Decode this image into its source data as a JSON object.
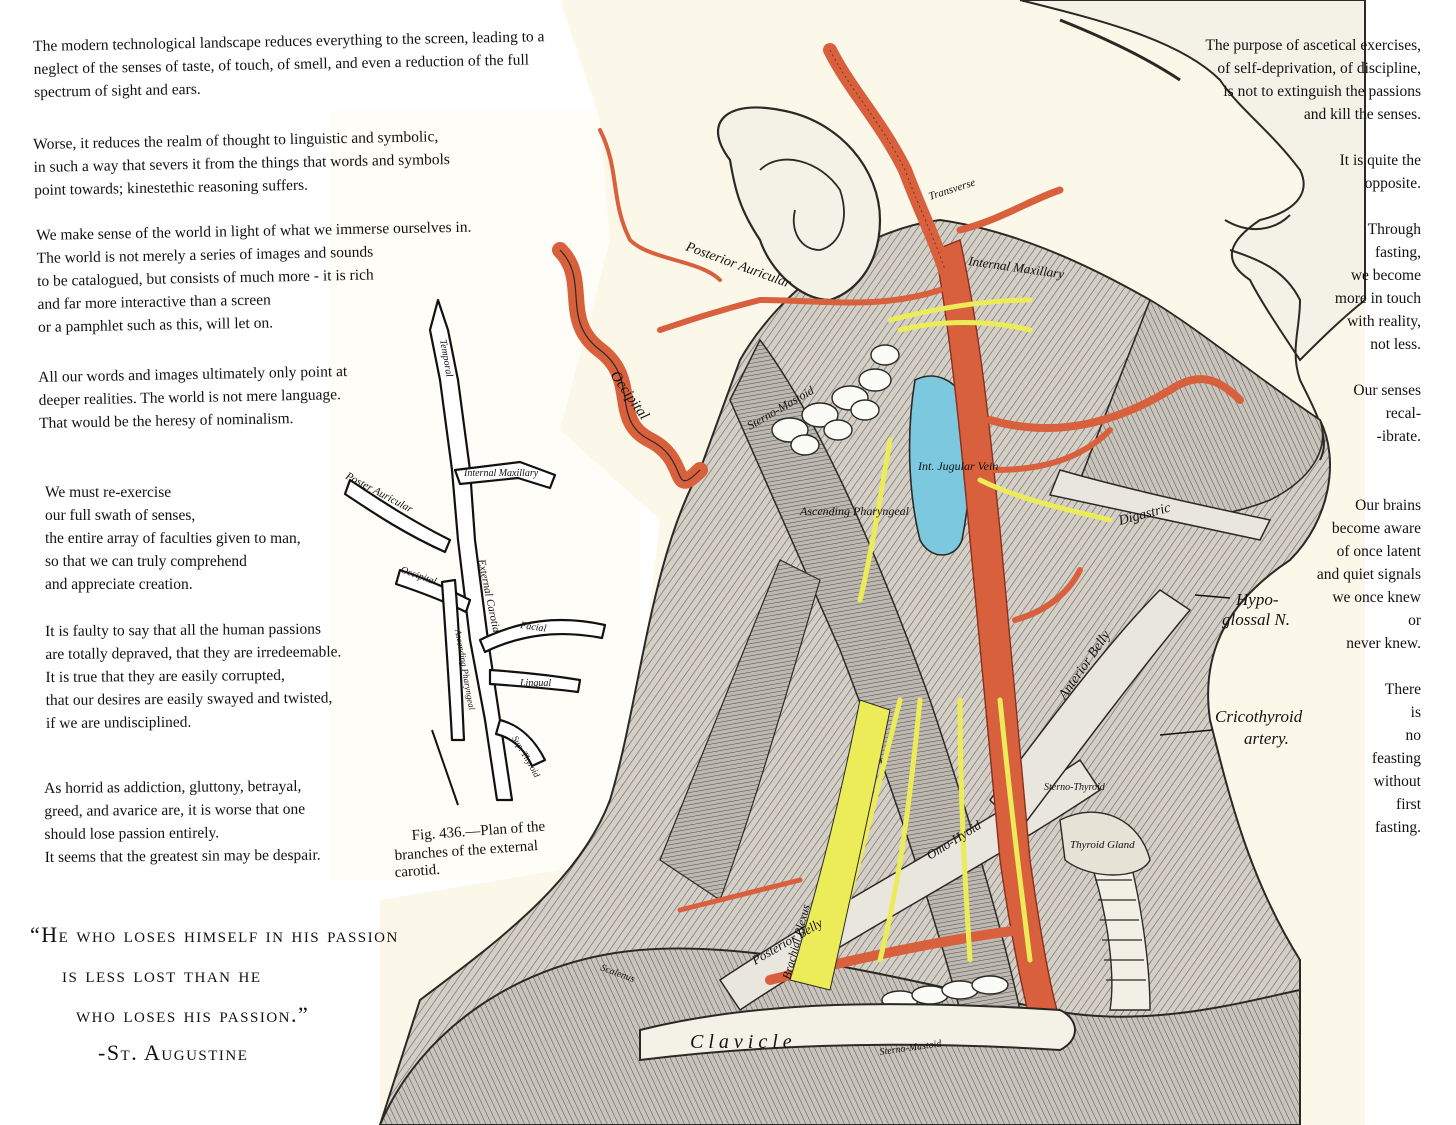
{
  "left_text": {
    "p1": [
      "The modern technological landscape reduces everything to the screen, leading to a",
      "neglect of the senses of taste, of touch, of smell, and even a reduction of the full",
      "spectrum of sight and ears."
    ],
    "p2": [
      "Worse, it reduces the realm of thought to linguistic and symbolic,",
      "in such a way that severs it from the things that words and symbols",
      "point towards; kinestethic reasoning suffers."
    ],
    "p3": [
      "We make sense of the world in light of what we immerse ourselves in.",
      "The world is not merely a series of images and sounds",
      "to be catalogued, but consists of much more - it is rich",
      "and far more interactive than a screen",
      "or a pamphlet such as this, will let on."
    ],
    "p4": [
      "All our words and images ultimately only point at",
      "deeper realities. The world is not mere language.",
      "That would be the heresy of nominalism."
    ],
    "p5": [
      "We must re-exercise",
      "our full swath of senses,",
      "the entire array of faculties given to man,",
      "so that we can truly comprehend",
      "and appreciate creation."
    ],
    "p6": [
      "It is faulty to say that all the human passions",
      "are totally depraved, that they are irredeemable.",
      "It is true that they are easily corrupted,",
      "that our desires are easily swayed and twisted,",
      "if we are undisciplined."
    ],
    "p7": [
      "As horrid as addiction, gluttony, betrayal,",
      "greed, and avarice are, it is worse that one",
      "should lose passion entirely.",
      "It seems that the greatest sin may be despair."
    ]
  },
  "quote": {
    "line1": "“He who loses himself in his passion",
    "line2": "is less lost than he",
    "line3": "who loses his passion.”",
    "attribution": "-St. Augustine"
  },
  "right_text": {
    "p1": [
      "The purpose of ascetical exercises,",
      "of self-deprivation, of discipline,",
      "is not to extinguish the passions",
      "and kill the senses."
    ],
    "p2": [
      "It is quite the",
      "opposite."
    ],
    "p3": [
      "Through",
      "fasting,",
      "we become",
      "more in touch",
      "with reality,",
      "not less."
    ],
    "p4": [
      "Our senses",
      "recal-",
      "-ibrate."
    ],
    "p5": [
      "Our brains",
      "become aware",
      "of once latent",
      "and quiet signals",
      "we once knew",
      "or",
      "never knew."
    ],
    "p6": [
      "There",
      "is",
      "no",
      "feasting",
      "without",
      "first",
      "fasting."
    ]
  },
  "figure": {
    "caption": [
      "Fig. 436.—Plan of the",
      "branches of the external",
      "carotid."
    ],
    "plan_labels": {
      "occipital": "Occipital",
      "posterior_auricular": "Poster Auricular",
      "internal_maxillary": "Internal Maxillary",
      "temporal": "Temporal",
      "facial": "Facial",
      "lingual": "Lingual",
      "sup_thyroid": "Sup. Thyroid",
      "ascending_pharyngeal": "Ascending Pharyngeal",
      "external_carotid": "External Carotid"
    }
  },
  "anatomy_labels": {
    "posterior_auricular": "Posterior Auricular",
    "occipital": "Occipital",
    "transverse": "Transverse",
    "internal_maxillary": "Internal Maxillary",
    "sterno_mastoid": "Sterno-Mastoid",
    "int_jugular_vein": "Int. Jugular Vein",
    "ascending_pharyngeal": "Ascending Pharyngeal",
    "hypoglossal": [
      "Hypo-",
      "glossal N."
    ],
    "digastric": "Digastric",
    "anterior_belly": "Anterior Belly",
    "cricothyroid": [
      "Cricothyroid",
      "artery."
    ],
    "omo_hyoid": "Omo-Hyoid",
    "sterno_thyroid": "Sterno-Thyroid",
    "thyroid_gland": "Thyroid Gland",
    "posterior_belly": "Posterior Belly",
    "brachial_plexus": "Brachial Plexus",
    "clavicle": "Clavicle",
    "sterno_mastoid_lower": "Sterno-Mastoid",
    "scalenus": "Scalenus"
  },
  "colors": {
    "artery": "#d9603d",
    "artery_dark": "#b8432a",
    "vein": "#7cc8df",
    "nerve": "#ecec58",
    "muscle": "#cfcac2",
    "paper": "#fbf8ea"
  }
}
